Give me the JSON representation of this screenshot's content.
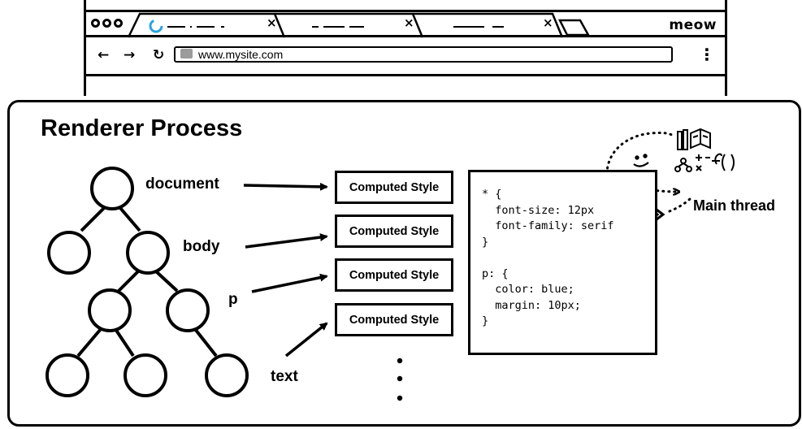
{
  "browser": {
    "tabs": [
      {
        "close": "×"
      },
      {
        "close": "×"
      },
      {
        "close": "×"
      }
    ],
    "brand": "meow",
    "nav": {
      "back": "←",
      "forward": "→",
      "reload": "↻"
    },
    "url": "www.mysite.com",
    "menu": "⋮"
  },
  "renderer": {
    "title": "Renderer Process",
    "dom_nodes": [
      "document",
      "body",
      "p",
      "text"
    ],
    "computed_style_label": "Computed Style",
    "computed_style_boxes": [
      "Computed Style",
      "Computed Style",
      "Computed Style",
      "Computed Style"
    ],
    "css_code": "* {\n  font-size: 12px\n  font-family: serif\n}\n\np: {\n  color: blue;\n  margin: 10px;\n}",
    "main_thread_label": "Main thread"
  }
}
